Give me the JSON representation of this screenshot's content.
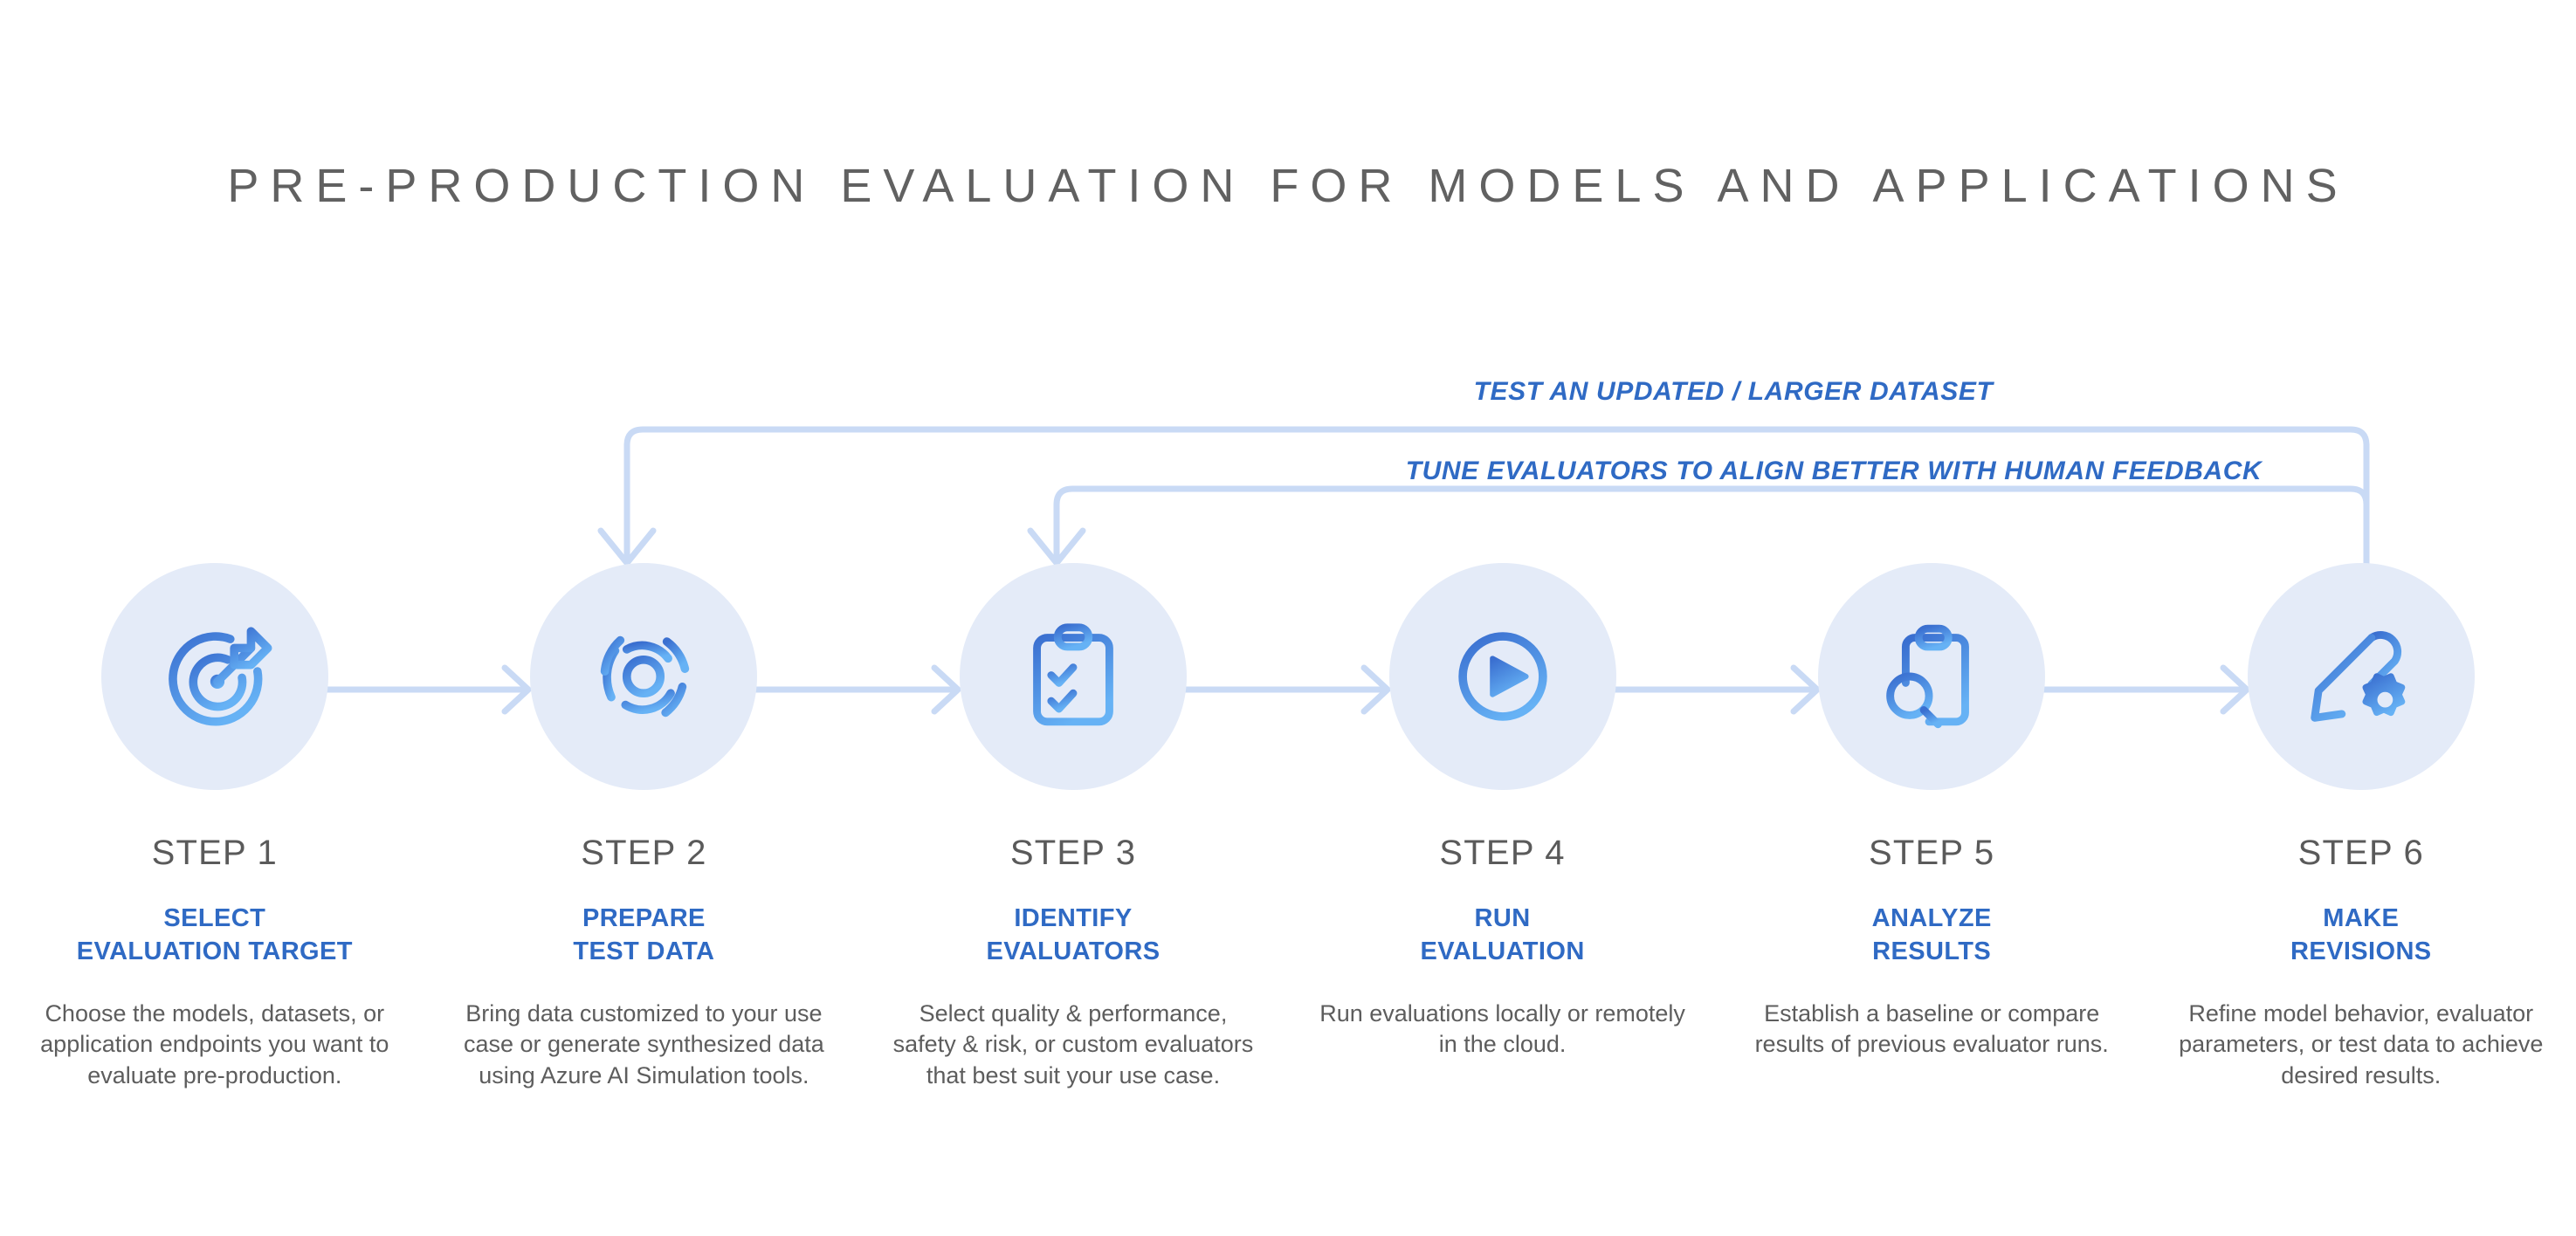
{
  "header": {
    "title": "PRE-PRODUCTION EVALUATION FOR MODELS AND APPLICATIONS"
  },
  "colors": {
    "accent_blue": "#2f6ac4",
    "icon_blue_dark": "#3a6fd0",
    "icon_blue_light": "#5aa7f0",
    "circle_fill": "#e4ebf8",
    "connector": "#c9daf5",
    "title_gray": "#616161",
    "body_gray": "#5d5d5d",
    "background": "#ffffff"
  },
  "feedback_loops": [
    {
      "id": "loop-dataset",
      "label": "TEST AN UPDATED / LARGER DATASET",
      "from_step": 6,
      "to_step": 2
    },
    {
      "id": "loop-evaluators",
      "label": "TUNE EVALUATORS TO ALIGN BETTER WITH HUMAN FEEDBACK",
      "from_step": 6,
      "to_step": 3
    }
  ],
  "steps": [
    {
      "number": "STEP 1",
      "title": "SELECT\nEVALUATION TARGET",
      "description": "Choose the models, datasets, or application endpoints you want to evaluate pre-production.",
      "icon": "target-arrow-icon"
    },
    {
      "number": "STEP 2",
      "title": "PREPARE\nTEST DATA",
      "description": "Bring data customized to your use case or generate synthesized data using Azure AI Simulation tools.",
      "icon": "concentric-rings-icon"
    },
    {
      "number": "STEP 3",
      "title": "IDENTIFY\nEVALUATORS",
      "description": "Select quality & performance, safety & risk, or custom evaluators that best suit your use case.",
      "icon": "clipboard-checklist-icon"
    },
    {
      "number": "STEP 4",
      "title": "RUN\nEVALUATION",
      "description": "Run evaluations locally or remotely in the cloud.",
      "icon": "play-circle-icon"
    },
    {
      "number": "STEP 5",
      "title": "ANALYZE\nRESULTS",
      "description": "Establish a baseline or compare results of previous evaluator runs.",
      "icon": "clipboard-search-icon"
    },
    {
      "number": "STEP 6",
      "title": "MAKE\nREVISIONS",
      "description": "Refine model behavior, evaluator parameters, or test data to achieve desired results.",
      "icon": "pencil-gear-icon"
    }
  ]
}
